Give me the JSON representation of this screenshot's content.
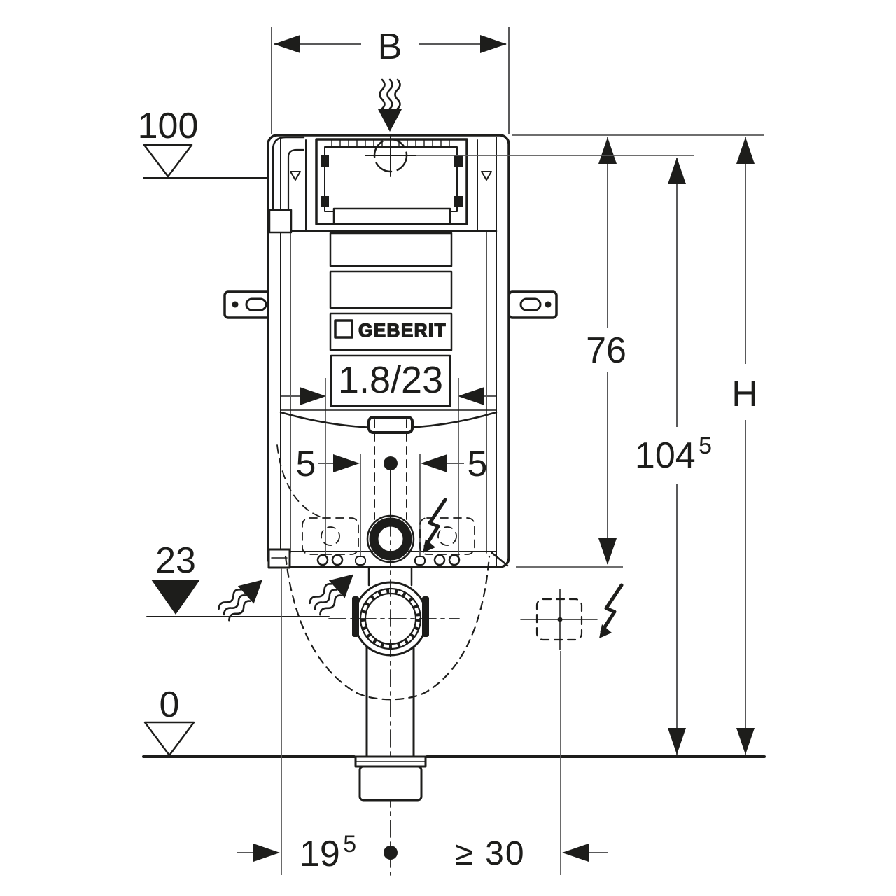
{
  "diagram": {
    "title": "Geberit concealed cistern mounting frame - installation dimensions",
    "brand_panel": {
      "brand": "GEBERIT",
      "model": "1.8/23"
    },
    "labels": {
      "b": "B",
      "level_100": "100",
      "level_23": "23",
      "level_0": "0",
      "frame_height": "76",
      "pipe_height": "104",
      "pipe_height_sup": "5",
      "h": "H",
      "offset_left": "5",
      "offset_right": "5",
      "supply_offset": "19",
      "supply_offset_sup": "5",
      "min_clearance": "≥ 30"
    },
    "icons": [
      "water-inflow-icon",
      "flush-outflow-icon-left",
      "flush-outflow-icon-right",
      "electric-bolt-icon-tank",
      "electric-bolt-icon-wall",
      "drill-target-icon",
      "level-marker-open",
      "level-marker-filled"
    ],
    "colors": {
      "line": "#1d1d1b",
      "dimension": "#59595a",
      "background": "#ffffff"
    }
  }
}
